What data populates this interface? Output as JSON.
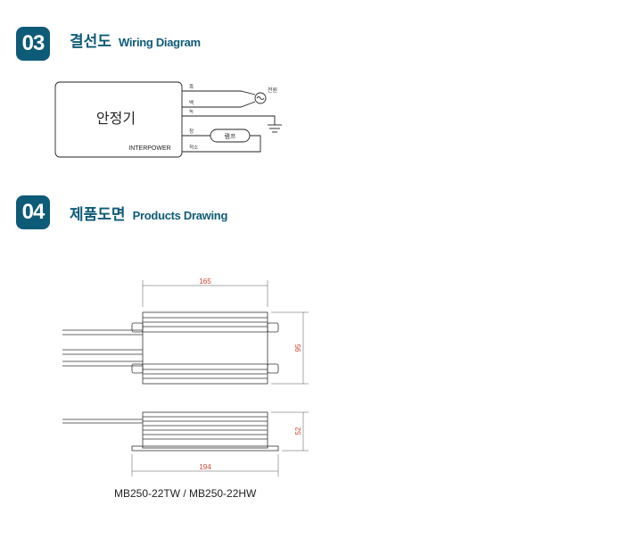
{
  "section_03": {
    "number": "03",
    "title_ko": "결선도",
    "title_en": "Wiring Diagram"
  },
  "wiring": {
    "box_label": "안정기",
    "brand": "INTERPOWER",
    "terminals": [
      "흑",
      "백",
      "녹",
      "청",
      "적소"
    ],
    "power_label": "전원",
    "lamp_label": "램프"
  },
  "section_04": {
    "number": "04",
    "title_ko": "제품도면",
    "title_en": "Products Drawing"
  },
  "drawing": {
    "dim_top_width": "165",
    "dim_height": "95",
    "dim_side_height": "52",
    "dim_total_length": "194",
    "model_caption": "MB250-22TW / MB250-22HW",
    "dim_color": "#d0402a"
  }
}
